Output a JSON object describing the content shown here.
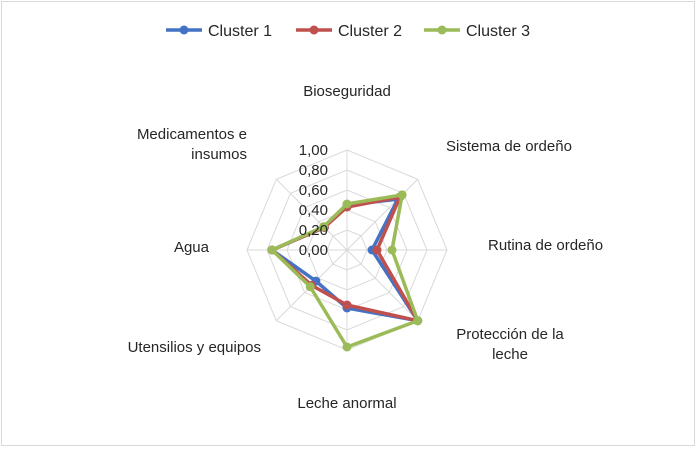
{
  "chart_data": {
    "type": "radar",
    "categories": [
      "Bioseguridad",
      "Sistema de ordeño",
      "Rutina de ordeño",
      "Protección de la leche",
      "Leche anormal",
      "Utensilios y equipos",
      "Agua",
      "Medicamentos e insumos"
    ],
    "category_lines": [
      [
        "Bioseguridad"
      ],
      [
        "Sistema de ordeño"
      ],
      [
        "Rutina de ordeño"
      ],
      [
        "Protección de la",
        "leche"
      ],
      [
        "Leche anormal"
      ],
      [
        "Utensilios y equipos"
      ],
      [
        "Agua"
      ],
      [
        "Medicamentos e",
        "insumos"
      ]
    ],
    "tick_labels": [
      "0,00",
      "0,20",
      "0,40",
      "0,60",
      "0,80",
      "1,00"
    ],
    "range": [
      0,
      1
    ],
    "grid": true,
    "legend_position": "top",
    "series": [
      {
        "name": "Cluster 1",
        "color": "#4472C4",
        "values": [
          0.45,
          0.72,
          0.25,
          1.0,
          0.58,
          0.44,
          0.75,
          0.32
        ]
      },
      {
        "name": "Cluster 2",
        "color": "#C0504D",
        "values": [
          0.43,
          0.75,
          0.3,
          1.0,
          0.55,
          0.5,
          0.75,
          0.32
        ]
      },
      {
        "name": "Cluster 3",
        "color": "#9BBB59",
        "values": [
          0.46,
          0.78,
          0.45,
          1.0,
          0.97,
          0.52,
          0.75,
          0.33
        ]
      }
    ]
  }
}
